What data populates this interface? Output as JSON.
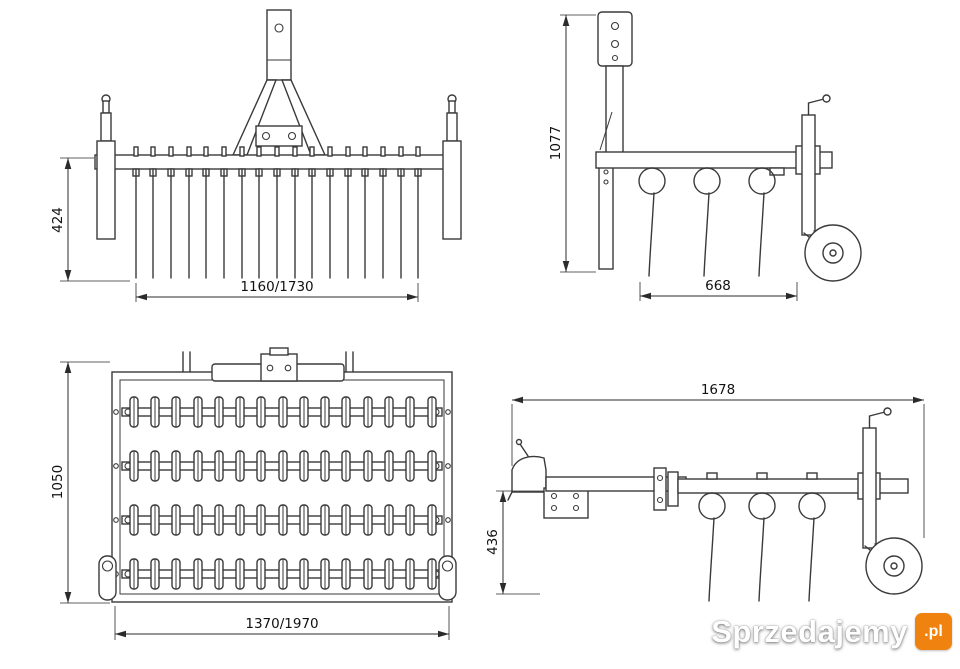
{
  "drawing": {
    "stroke_color": "#3a3a3a",
    "dim_color": "#2b2b2b",
    "background": "#ffffff"
  },
  "dimensions": {
    "front_view": {
      "tine_height": "424",
      "working_width": "1160/1730"
    },
    "side_view": {
      "overall_height": "1077",
      "frame_depth": "668"
    },
    "top_view": {
      "frame_depth": "1050",
      "overall_width": "1370/1970"
    },
    "trailed_view": {
      "overall_length": "1678",
      "hitch_height": "436"
    }
  },
  "watermark": {
    "text": "Sprzedajemy",
    "tld": ".pl",
    "badge_style": "background:#f0830f"
  }
}
